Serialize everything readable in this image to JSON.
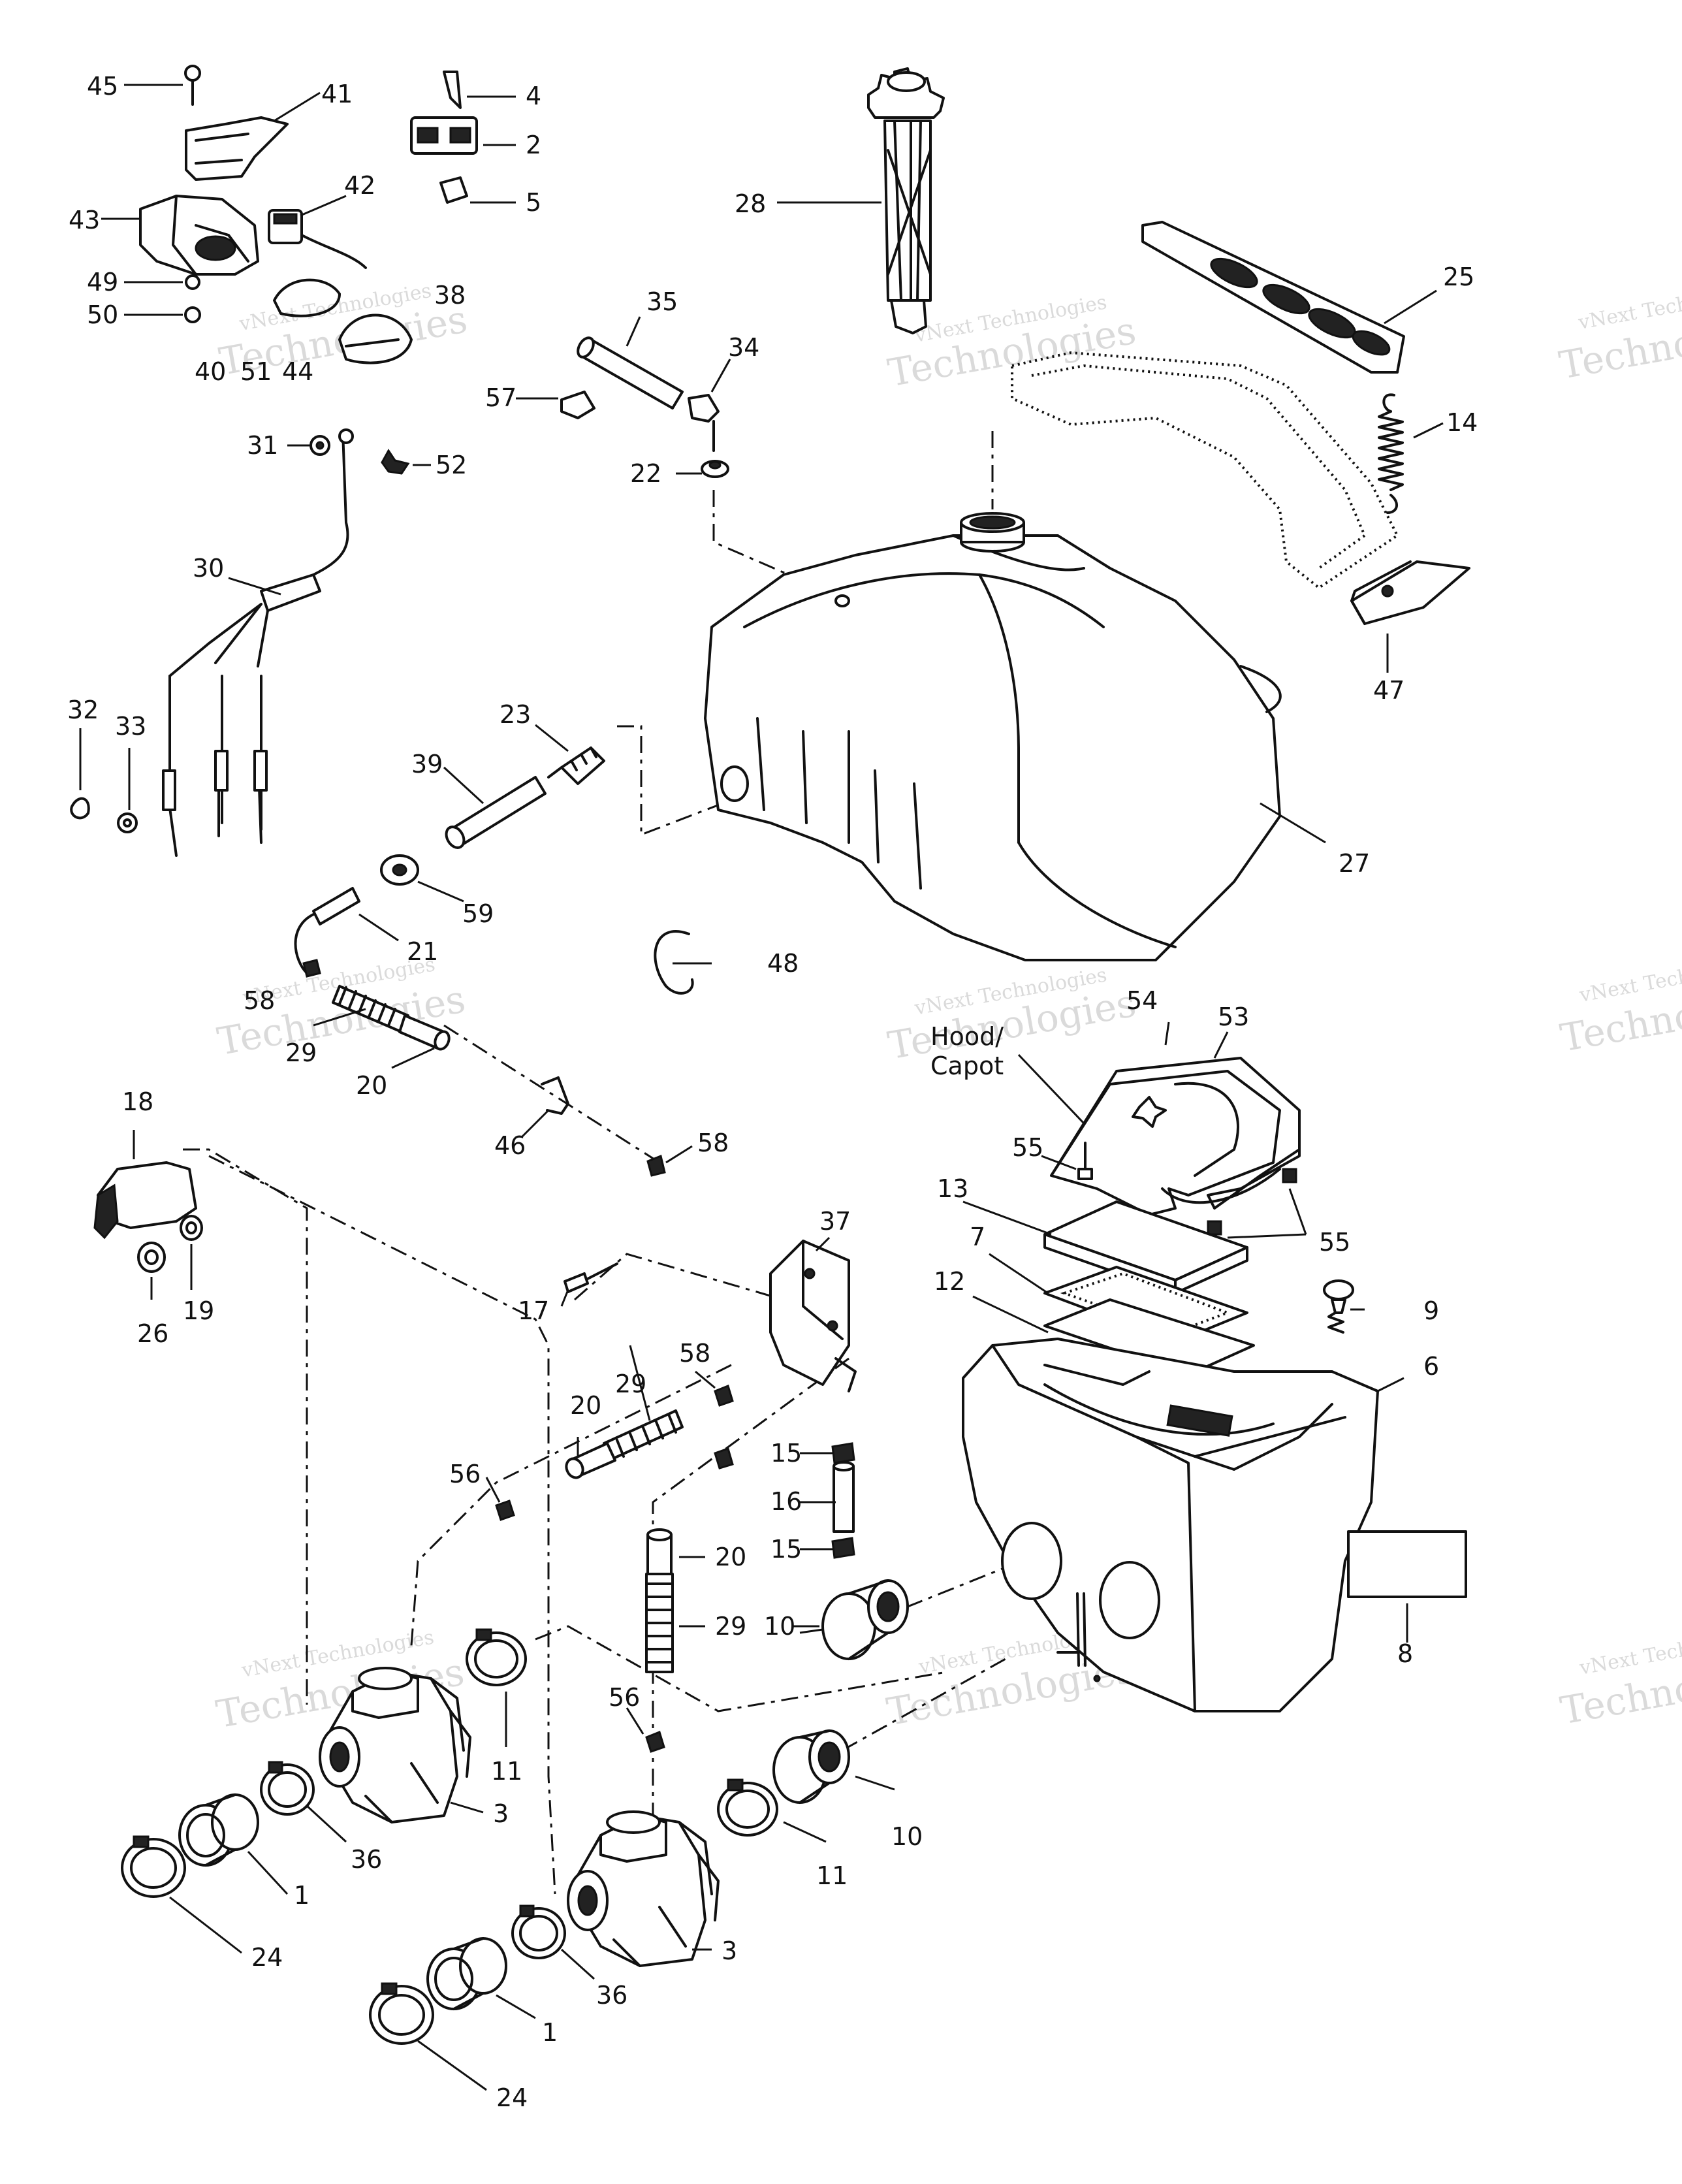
{
  "watermark": {
    "line1": "vNext Technologies",
    "line2": "Technologies"
  },
  "labels": {
    "p1a": "1",
    "p1b": "1",
    "p2": "2",
    "p3a": "3",
    "p3b": "3",
    "p4": "4",
    "p5": "5",
    "p6": "6",
    "p7": "7",
    "p8": "8",
    "p9": "9",
    "p10a": "10",
    "p10b": "10",
    "p11a": "11",
    "p11b": "11",
    "p12": "12",
    "p13": "13",
    "p14": "14",
    "p15a": "15",
    "p15b": "15",
    "p16": "16",
    "p17": "17",
    "p18": "18",
    "p19": "19",
    "p20a": "20",
    "p20b": "20",
    "p20c": "20",
    "p21": "21",
    "p22": "22",
    "p23": "23",
    "p24a": "24",
    "p24b": "24",
    "p25": "25",
    "p26": "26",
    "p27": "27",
    "p28": "28",
    "p29a": "29",
    "p29b": "29",
    "p29c": "29",
    "p30": "30",
    "p31": "31",
    "p32": "32",
    "p33": "33",
    "p34": "34",
    "p35": "35",
    "p36a": "36",
    "p36b": "36",
    "p37": "37",
    "p38": "38",
    "p39": "39",
    "p40": "40",
    "p41": "41",
    "p42": "42",
    "p43": "43",
    "p44": "44",
    "p45": "45",
    "p46": "46",
    "p47": "47",
    "p48": "48",
    "p49": "49",
    "p50": "50",
    "p51": "51",
    "p52": "52",
    "p53": "53",
    "p54": "54",
    "p55a": "55",
    "p55b": "55",
    "p56a": "56",
    "p56b": "56",
    "p57": "57",
    "p58a": "58",
    "p58b": "58",
    "p58c": "58",
    "p59": "59",
    "hood1": "Hood/",
    "hood2": "Capot"
  }
}
